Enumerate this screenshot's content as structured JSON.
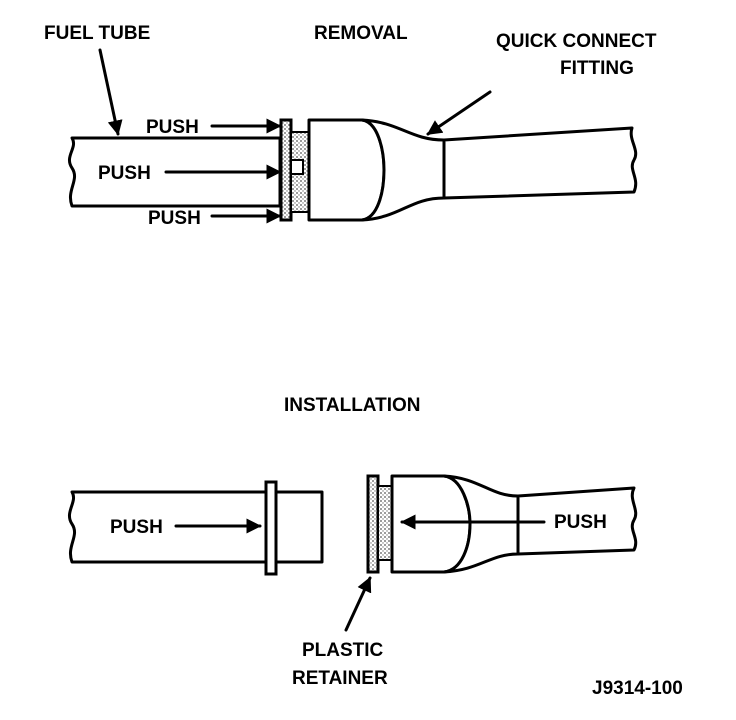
{
  "labels": {
    "fuel_tube": "FUEL TUBE",
    "removal": "REMOVAL",
    "quick_connect_line1": "QUICK CONNECT",
    "quick_connect_line2": "FITTING",
    "push_top": "PUSH",
    "push_middle": "PUSH",
    "push_bottom": "PUSH",
    "installation": "INSTALLATION",
    "push_install_left": "PUSH",
    "push_install_right": "PUSH",
    "plastic": "PLASTIC",
    "retainer": "RETAINER",
    "figure_id": "J9314-100"
  },
  "colors": {
    "ink": "#000000",
    "paper": "#ffffff",
    "stipple": "#b8b8b8"
  }
}
